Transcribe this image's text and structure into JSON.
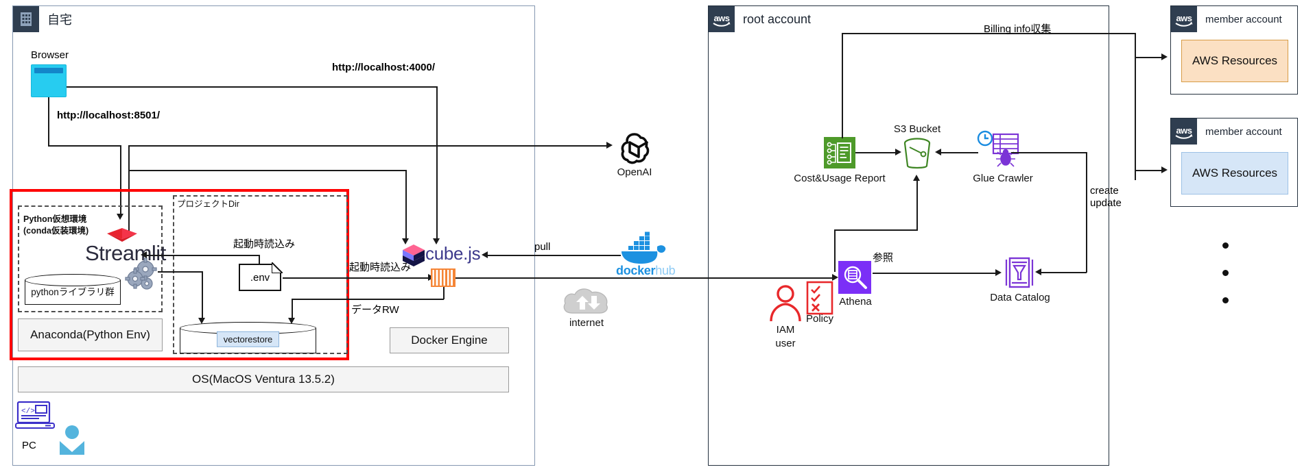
{
  "diagram": {
    "title": "Local dev environment and AWS billing analytics architecture",
    "zones": {
      "home": {
        "label": "自宅",
        "icon": "building-icon"
      },
      "root_account": {
        "label": "root account",
        "icon": "aws-icon"
      },
      "member_account_1": {
        "label": "member account",
        "icon": "aws-icon"
      },
      "member_account_2": {
        "label": "member account",
        "icon": "aws-icon"
      }
    },
    "home_nodes": {
      "browser": "Browser",
      "python_venv_title_line1": "Python仮想環境",
      "python_venv_title_line2": "(conda仮装環境)",
      "project_dir_title": "プロジェクトDir",
      "streamlit": "Streamlit",
      "python_libs": "pythonライブラリ群",
      "env_file": ".env",
      "vectorstore": "vectorestore",
      "anaconda": "Anaconda(Python Env)",
      "docker_engine": "Docker Engine",
      "os": "OS(MacOS Ventura 13.5.2)",
      "pc": "PC",
      "cubejs": "cube.js",
      "openai": "OpenAI",
      "dockerhub_d": "docker",
      "dockerhub_h": "hub",
      "internet": "internet"
    },
    "aws_nodes": {
      "cost_usage_report": "Cost&Usage Report",
      "s3_bucket": "S3 Bucket",
      "glue_crawler": "Glue Crawler",
      "athena": "Athena",
      "data_catalog": "Data Catalog",
      "iam_user_line1": "IAM",
      "iam_user_line2": "user",
      "policy": "Policy",
      "aws_resources_1": "AWS Resources",
      "aws_resources_2": "AWS Resources"
    },
    "edge_labels": {
      "localhost_4000": "http://localhost:4000/",
      "localhost_8501": "http://localhost:8501/",
      "startup_load_env": "起動時読込み",
      "startup_load_cube": "起動時読込み",
      "data_rw": "データRW",
      "pull": "pull",
      "billing_info": "Billing info収集",
      "reference": "参照",
      "create": "create",
      "update": "update"
    },
    "colors": {
      "highlight_red": "#ff0000",
      "zone_border": "#8497b0",
      "aws_badge": "#2f3e50",
      "browser_cyan": "#27ccf0",
      "docker_orange": "#f58536",
      "dockerhub_blue": "#1d91e0",
      "cost_report_green": "#3f8624",
      "s3_green": "#3f8624",
      "glue_purple": "#7b34d6",
      "athena_purple": "#7b2ff7",
      "iam_red": "#e8282b",
      "resources_orange": "#fbe0c3",
      "resources_blue": "#d6e6f7"
    }
  }
}
